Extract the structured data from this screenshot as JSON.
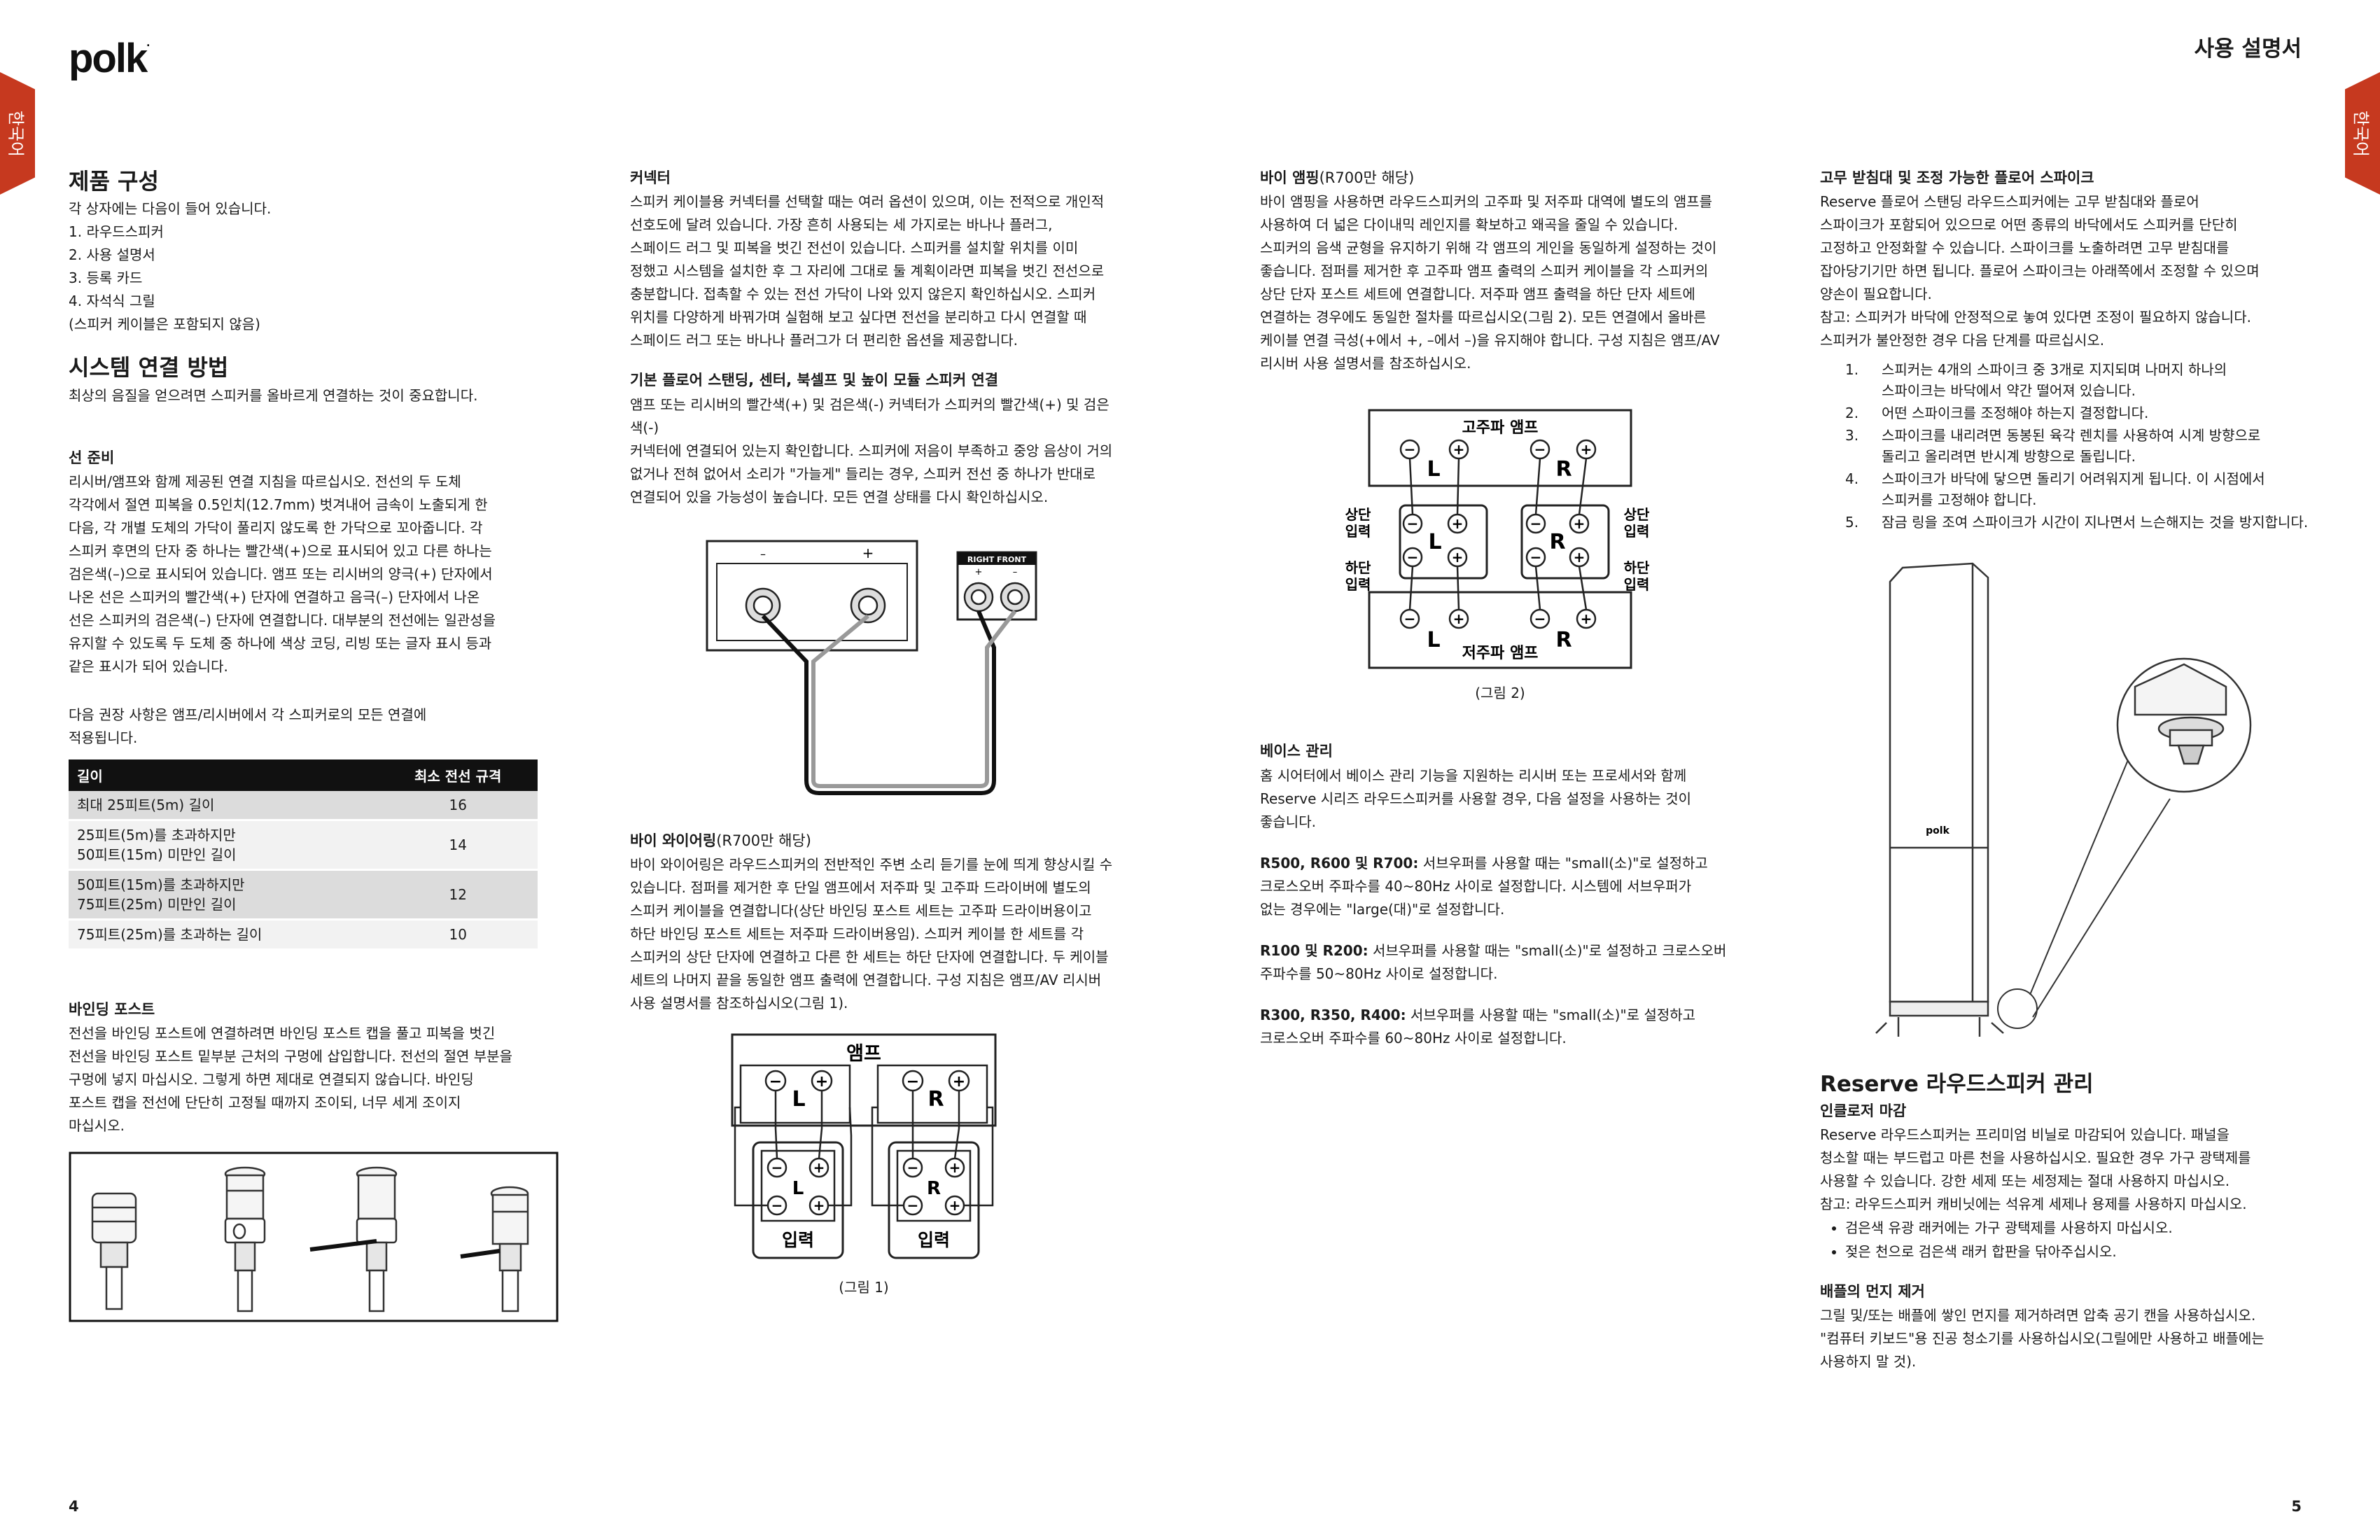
{
  "header": {
    "brand": "polk",
    "doc_title": "사용 설명서",
    "lang_tab": "한국어"
  },
  "col1": {
    "contents": {
      "heading": "제품 구성",
      "intro": "각 상자에는 다음이 들어 있습니다.",
      "items": [
        "1. 라우드스피커",
        "2. 사용 설명서",
        "3. 등록 카드",
        "4. 자석식 그릴",
        "(스피커 케이블은 포함되지 않음)"
      ]
    },
    "system": {
      "heading": "시스템 연결 방법",
      "text": "최상의 음질을 얻으려면 스피커를 올바르게 연결하는 것이 중요합니다."
    },
    "wire_prep": {
      "heading": "선 준비",
      "lines": [
        "리시버/앰프와 함께 제공된 연결 지침을 따르십시오. 전선의 두 도체",
        "각각에서 절연 피복을 0.5인치(12.7mm) 벗겨내어 금속이 노출되게 한",
        "다음, 각 개별 도체의 가닥이 풀리지 않도록 한 가닥으로 꼬아줍니다. 각",
        "스피커 후면의 단자 중 하나는 빨간색(+)으로 표시되어 있고 다른 하나는",
        "검은색(–)으로 표시되어 있습니다. 앰프 또는 리시버의 양극(+) 단자에서",
        "나온 선은 스피커의 빨간색(+) 단자에 연결하고 음극(–) 단자에서 나온",
        "선은 스피커의 검은색(–) 단자에 연결합니다. 대부분의 전선에는 일관성을",
        "유지할 수 있도록 두 도체 중 하나에 색상 코딩, 리빙 또는 글자 표시 등과",
        "같은 표시가 되어 있습니다."
      ]
    },
    "recommend": {
      "lines": [
        "다음 권장 사항은 앰프/리시버에서 각 스피커로의 모든 연결에",
        "적용됩니다."
      ]
    },
    "table": {
      "headers": [
        "길이",
        "최소 전선 규격"
      ],
      "rows": [
        {
          "length": [
            "최대 25피트(5m) 길이"
          ],
          "gauge": "16"
        },
        {
          "length": [
            "25피트(5m)를 초과하지만",
            "50피트(15m) 미만인 길이"
          ],
          "gauge": "14"
        },
        {
          "length": [
            "50피트(15m)를 초과하지만",
            "75피트(25m) 미만인 길이"
          ],
          "gauge": "12"
        },
        {
          "length": [
            "75피트(25m)를 초과하는 길이"
          ],
          "gauge": "10"
        }
      ]
    },
    "binding": {
      "heading": "바인딩 포스트",
      "lines": [
        "전선을 바인딩 포스트에 연결하려면 바인딩 포스트 캡을 풀고 피복을 벗긴",
        "전선을 바인딩 포스트 밑부분 근처의 구멍에 삽입합니다. 전선의 절연 부분을",
        "구멍에 넣지 마십시오. 그렇게 하면 제대로 연결되지 않습니다. 바인딩",
        "포스트 캡을 전선에 단단히 고정될 때까지 조이되, 너무 세게 조이지",
        "마십시오."
      ]
    }
  },
  "col2": {
    "connectors": {
      "heading": "커넥터",
      "lines": [
        "스피커 케이블용 커넥터를 선택할 때는 여러 옵션이 있으며, 이는 전적으로 개인적",
        "선호도에 달려 있습니다. 가장 흔히 사용되는 세 가지로는 바나나 플러그,",
        "스페이드 러그 및 피복을 벗긴 전선이 있습니다. 스피커를 설치할 위치를 이미",
        "정했고 시스템을 설치한 후 그 자리에 그대로 둘 계획이라면 피복을 벗긴 전선으로",
        "충분합니다. 접촉할 수 있는 전선 가닥이 나와 있지 않은지 확인하십시오. 스피커",
        "위치를 다양하게 바꿔가며 실험해 보고 싶다면 전선을 분리하고 다시 연결할 때",
        "스페이드 러그 또는 바나나 플러그가 더 편리한 옵션을 제공합니다."
      ]
    },
    "basic": {
      "heading": "기본 플로어 스탠딩, 센터, 북셀프 및 높이 모듈 스피커 연결",
      "lines": [
        "앰프 또는 리시버의 빨간색(+) 및 검은색(-) 커넥터가 스피커의 빨간색(+) 및 검은색(-)",
        "커넥터에 연결되어 있는지 확인합니다. 스피커에 저음이 부족하고 중앙 음상이 거의",
        "없거나 전혀 없어서 소리가 \"가늘게\" 들리는 경우, 스피커 전선 중 하나가 반대로",
        "연결되어 있을 가능성이 높습니다. 모든 연결 상태를 다시 확인하십시오."
      ]
    },
    "biwire": {
      "heading_bold": "바이 와이어링",
      "heading_rest": "(R700만 해당)",
      "lines": [
        "바이 와이어링은 라우드스피커의 전반적인 주변 소리 듣기를 눈에 띄게 향상시킬 수",
        "있습니다. 점퍼를 제거한 후 단일 앰프에서 저주파 및 고주파 드라이버에 별도의",
        "스피커 케이블을 연결합니다(상단 바인딩 포스트 세트는 고주파 드라이버용이고",
        "하단 바인딩 포스트 세트는 저주파 드라이버용임). 스피커 케이블 한 세트를 각",
        "스피커의 상단 단자에 연결하고 다른 한 세트는 하단 단자에 연결합니다. 두 케이블",
        "세트의 나머지 끝을 동일한 앰프 출력에 연결합니다. 구성 지침은 앰프/AV 리시버",
        "사용 설명서를 참조하십시오(그림 1)."
      ]
    },
    "fig_terminal": {
      "top_label": "RIGHT FRONT",
      "plus": "+",
      "minus": "–"
    },
    "fig1": {
      "amp": "앰프",
      "input": "입력",
      "L": "L",
      "R": "R",
      "caption": "(그림 1)"
    }
  },
  "col3": {
    "biamp": {
      "heading_bold": "바이 앰핑",
      "heading_rest": "(R700만 해당)",
      "lines": [
        "바이 앰핑을 사용하면 라우드스피커의 고주파 및 저주파 대역에 별도의 앰프를",
        "사용하여 더 넓은 다이내믹 레인지를 확보하고 왜곡을 줄일 수 있습니다.",
        "스피커의 음색 균형을 유지하기 위해 각 앰프의 게인을 동일하게 설정하는 것이",
        "좋습니다. 점퍼를 제거한 후 고주파 앰프 출력의 스피커 케이블을 각 스피커의",
        "상단 단자 포스트 세트에 연결합니다. 저주파 앰프 출력을 하단 단자 세트에",
        "연결하는 경우에도 동일한 절차를 따르십시오(그림 2). 모든 연결에서 올바른",
        "케이블 연결 극성(+에서 +, –에서 –)을 유지해야 합니다. 구성 지침은 앰프/AV",
        "리시버 사용 설명서를 참조하십시오."
      ]
    },
    "fig2": {
      "high_amp": "고주파 앰프",
      "low_amp": "저주파 앰프",
      "top_in": [
        "상단",
        "입력"
      ],
      "bottom_in": [
        "하단",
        "입력"
      ],
      "L": "L",
      "R": "R",
      "caption": "(그림 2)"
    },
    "bass": {
      "heading": "베이스 관리",
      "lines": [
        "홈 시어터에서 베이스 관리 기능을 지원하는 리시버 또는 프로세서와 함께",
        "Reserve 시리즈 라우드스피커를 사용할 경우, 다음 설정을 사용하는 것이",
        "좋습니다."
      ]
    },
    "models": [
      {
        "bold": "R500, R600 및 R700:",
        "lines": [
          " 서브우퍼를 사용할 때는 \"small(소)\"로 설정하고",
          "크로스오버 주파수를 40~80Hz 사이로 설정합니다. 시스템에 서브우퍼가",
          "없는 경우에는 \"large(대)\"로 설정합니다."
        ]
      },
      {
        "bold": "R100 및 R200:",
        "lines": [
          " 서브우퍼를 사용할 때는 \"small(소)\"로 설정하고 크로스오버",
          "주파수를 50~80Hz 사이로 설정합니다."
        ]
      },
      {
        "bold": "R300, R350, R400:",
        "lines": [
          " 서브우퍼를 사용할 때는 \"small(소)\"로 설정하고",
          "크로스오버 주파수를 60~80Hz 사이로 설정합니다."
        ]
      }
    ]
  },
  "col4": {
    "feet": {
      "heading": "고무 받침대 및 조정 가능한 플로어 스파이크",
      "lines": [
        "Reserve 플로어 스탠딩 라우드스피커에는 고무 받침대와 플로어",
        "스파이크가 포함되어 있으므로 어떤 종류의 바닥에서도 스피커를 단단히",
        "고정하고 안정화할 수 있습니다. 스파이크를 노출하려면 고무 받침대를",
        "잡아당기기만 하면 됩니다. 플로어 스파이크는 아래쪽에서 조정할 수 있으며",
        "양손이 필요합니다.",
        "참고: 스피커가 바닥에 안정적으로 놓여 있다면 조정이 필요하지 않습니다.",
        "스피커가 불안정한 경우 다음 단계를 따르십시오."
      ],
      "steps": [
        {
          "num": "1.",
          "lines": [
            "스피커는 4개의 스파이크 중 3개로 지지되며 나머지 하나의",
            "스파이크는 바닥에서 약간 떨어져 있습니다."
          ]
        },
        {
          "num": "2.",
          "lines": [
            "어떤 스파이크를 조정해야 하는지 결정합니다."
          ]
        },
        {
          "num": "3.",
          "lines": [
            "스파이크를 내리려면 동봉된 육각 렌치를 사용하여 시계 방향으로",
            "돌리고 올리려면 반시계 방향으로 돌립니다."
          ]
        },
        {
          "num": "4.",
          "lines": [
            "스파이크가 바닥에 닿으면 돌리기 어려워지게 됩니다. 이 시점에서",
            "스피커를 고정해야 합니다."
          ]
        },
        {
          "num": "5.",
          "lines": [
            "잠금 링을 조여 스파이크가 시간이 지나면서 느슨해지는 것을 방지합니다."
          ]
        }
      ]
    },
    "care": {
      "heading": "Reserve 라우드스피커 관리",
      "enclosure_heading": "인클로저 마감",
      "enclosure_lines": [
        "Reserve 라우드스피커는 프리미엄 비닐로 마감되어 있습니다. 패널을",
        "청소할 때는 부드럽고 마른 천을 사용하십시오. 필요한 경우 가구 광택제를",
        "사용할 수 있습니다. 강한 세제 또는 세정제는 절대 사용하지 마십시오.",
        "참고: 라우드스피커 캐비닛에는 석유계 세제나 용제를 사용하지 마십시오."
      ],
      "bullets": [
        "검은색 유광 래커에는 가구 광택제를 사용하지 마십시오.",
        "젖은 천으로 검은색 래커 합판을 닦아주십시오."
      ],
      "baffle_heading": "배플의 먼지 제거",
      "baffle_lines": [
        "그릴 및/또는 배플에 쌓인 먼지를 제거하려면 압축 공기 캔을 사용하십시오.",
        "\"컴퓨터 키보드\"용 진공 청소기를 사용하십시오(그릴에만 사용하고 배플에는",
        "사용하지 말 것)."
      ]
    }
  },
  "footer": {
    "page_left": "4",
    "page_right": "5"
  }
}
